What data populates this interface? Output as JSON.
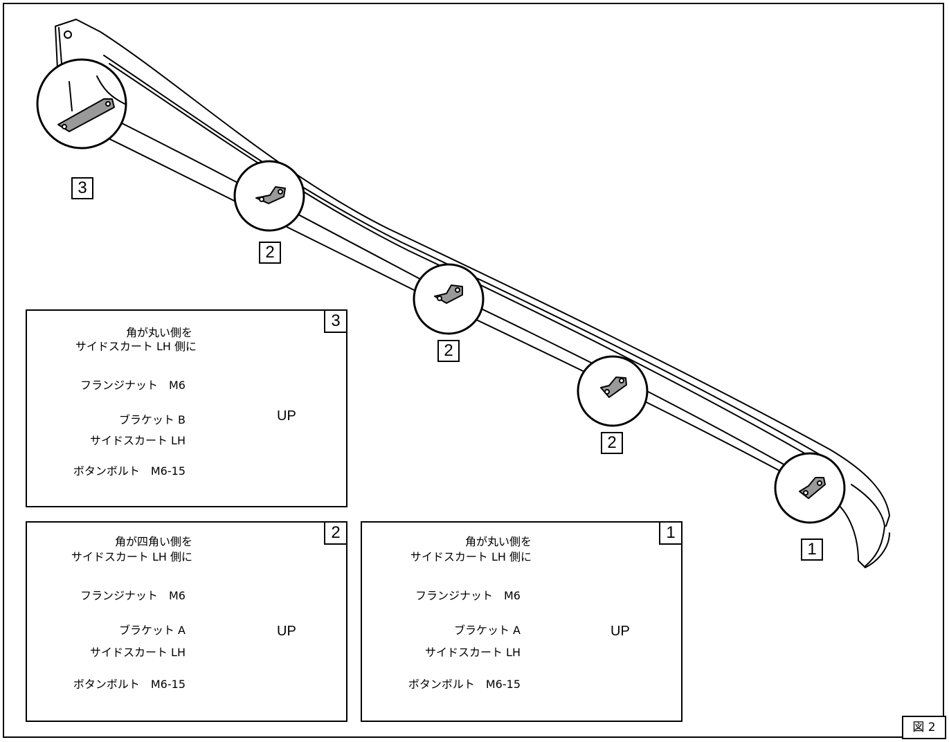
{
  "figure_label": "図 2",
  "callouts": [
    "3",
    "2",
    "2",
    "2",
    "1"
  ],
  "detail_boxes": [
    {
      "number": "3",
      "orientation_line1": "角が丸い側を",
      "orientation_line2": "サイドスカート LH 側に",
      "flange_nut": "フランジナット　M6",
      "bracket": "ブラケット B",
      "side_skirt": "サイドスカート LH",
      "bolt": "ボタンボルト　M6-15",
      "up": "UP"
    },
    {
      "number": "2",
      "orientation_line1": "角が四角い側を",
      "orientation_line2": "サイドスカート LH 側に",
      "flange_nut": "フランジナット　M6",
      "bracket": "ブラケット A",
      "side_skirt": "サイドスカート LH",
      "bolt": "ボタンボルト　M6-15",
      "up": "UP"
    },
    {
      "number": "1",
      "orientation_line1": "角が丸い側を",
      "orientation_line2": "サイドスカート LH 側に",
      "flange_nut": "フランジナット　M6",
      "bracket": "ブラケット A",
      "side_skirt": "サイドスカート LH",
      "bolt": "ボタンボルト　M6-15",
      "up": "UP"
    }
  ]
}
